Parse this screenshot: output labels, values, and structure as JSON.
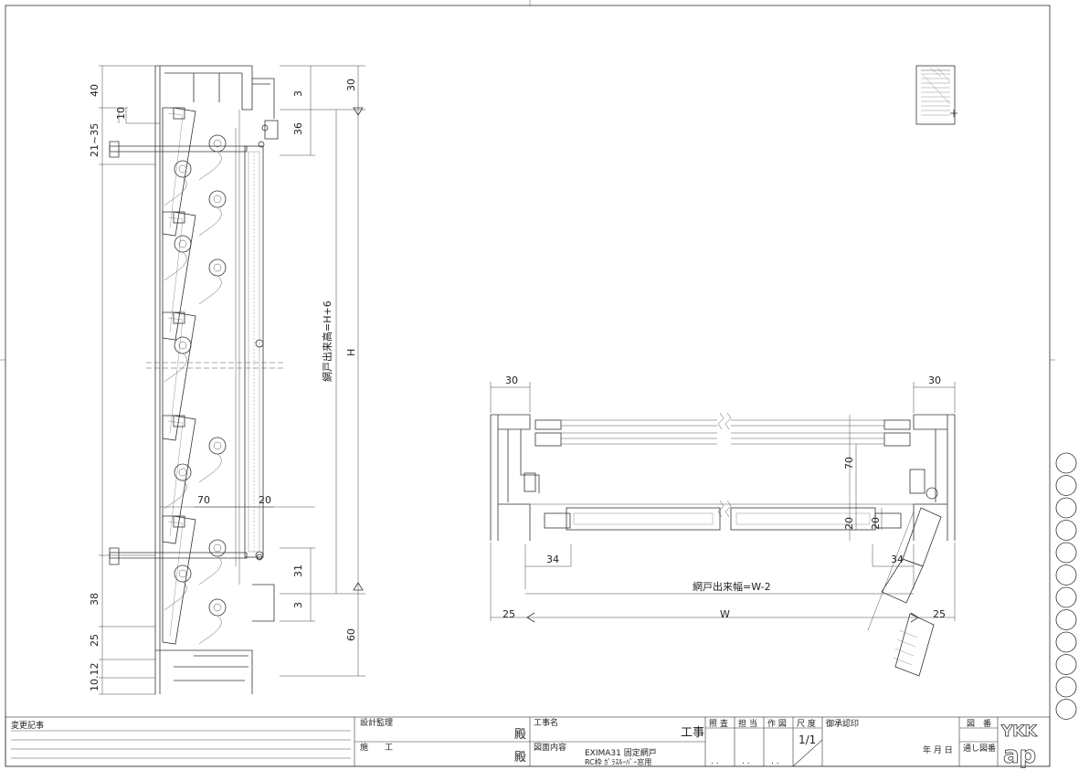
{
  "dimensions": {
    "left_view": {
      "top_40": "40",
      "top_10": "10",
      "range_21_35": "21~35",
      "right_3_top": "3",
      "right_36": "36",
      "right_30": "30",
      "net_height": "網戸出来高=H+6",
      "height_H": "H",
      "mid_70": "70",
      "mid_20": "20",
      "right_31": "31",
      "right_3_bottom": "3",
      "left_38": "38",
      "left_25": "25",
      "bottom_10_12": "10.12",
      "right_60": "60"
    },
    "right_view": {
      "top_left_30": "30",
      "top_right_30": "30",
      "v70": "70",
      "v20_left": "20",
      "v20_right": "20",
      "left_34": "34",
      "right_34": "34",
      "net_width": "網戸出来幅=W-2",
      "left_25": "25",
      "width_W": "W",
      "right_25": "25"
    }
  },
  "title_block": {
    "change_record": "変更記事",
    "design_supervision": "設計監理",
    "construction_label": "施　　工",
    "dono": "殿",
    "project_name_label": "工事名",
    "koji": "工事",
    "drawing_content_label": "図面内容",
    "drawing_title_1": "EXIMA31 固定網戸",
    "drawing_title_2": "RC枠 ｶﾞﾗｽﾙｰﾊﾞｰ窓用",
    "check_label": "照 査",
    "charge_label": "担 当",
    "drafted_label": "作 図",
    "scale_label": "尺 度",
    "scale_value": "1/1",
    "approval_label": "御承認印",
    "date_label": "年 月 日",
    "drawing_no_label": "図　番",
    "serial_no_label": "通し図番",
    "logo_top": "YKK",
    "logo_bottom": "ap"
  },
  "colors": {
    "line": "#333333",
    "frame": "#444444",
    "background": "#ffffff"
  }
}
